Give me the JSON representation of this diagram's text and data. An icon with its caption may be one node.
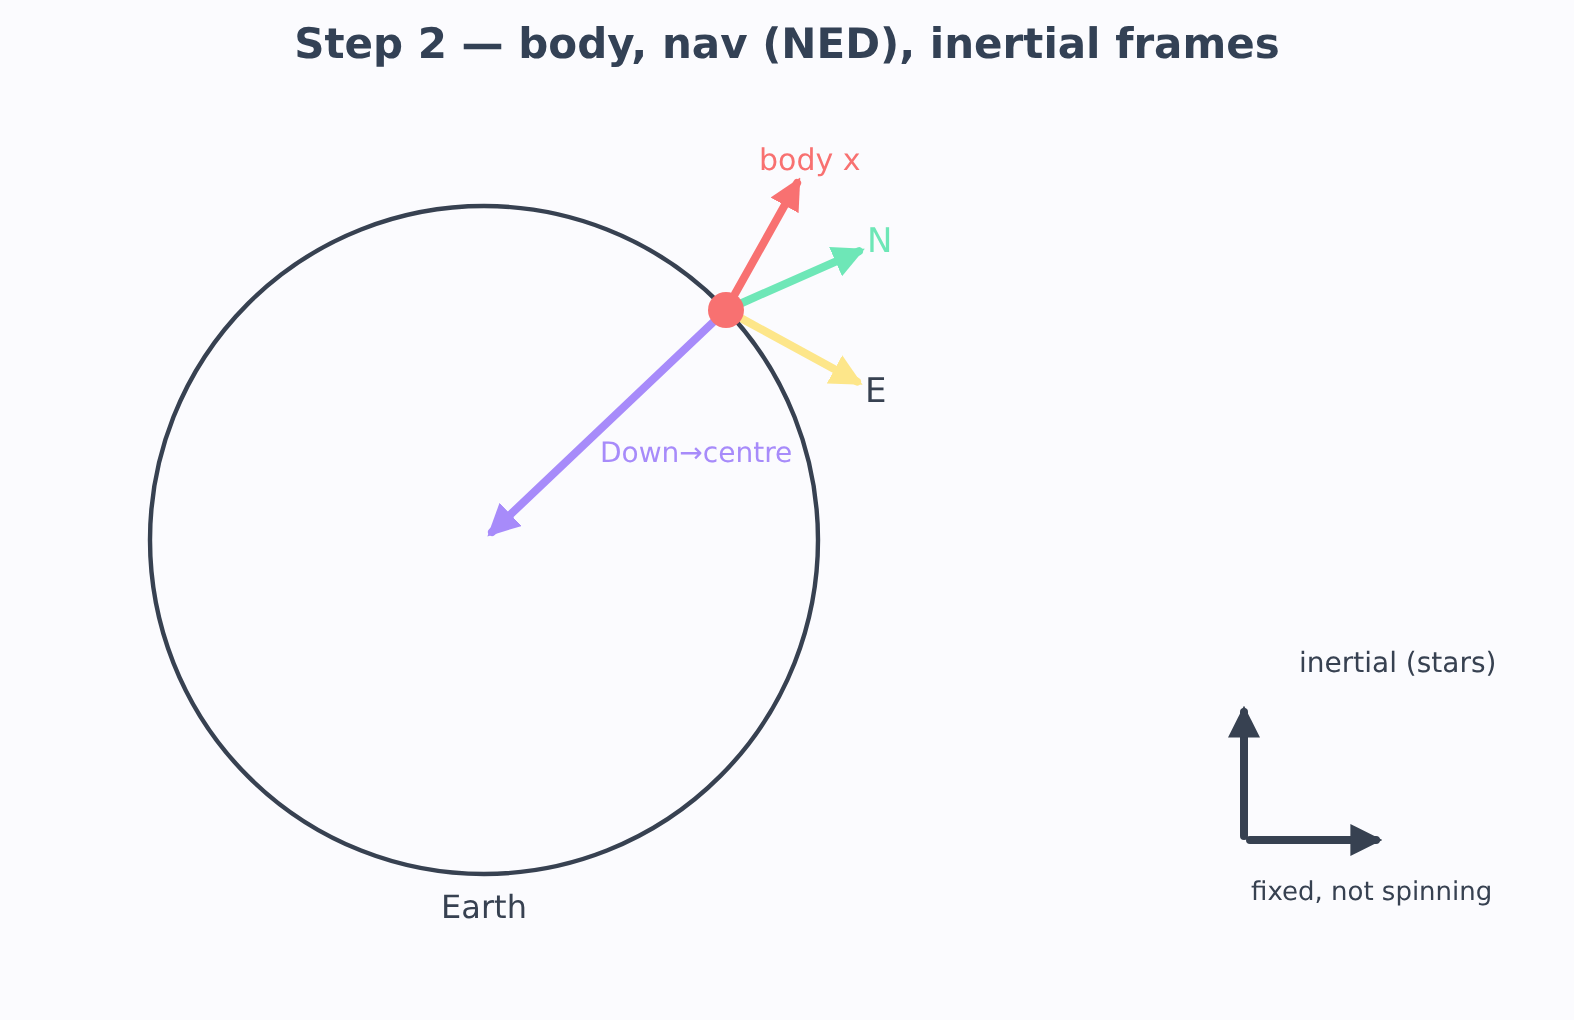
{
  "diagram": {
    "title": "Step 2 — body, nav (NED), inertial frames",
    "nodes": [
      {
        "text": [
          "Earth"
        ]
      },
      {
        "text": [],
        "shape": "circle"
      },
      {
        "text": [
          "body x"
        ]
      },
      {
        "text": [
          "N"
        ]
      },
      {
        "text": [
          "E"
        ]
      }
    ],
    "edges": [
      {
        "from": 1,
        "to": 2,
        "arrow": "to",
        "color": "#f87171"
      },
      {
        "from": 1,
        "to": 3,
        "arrow": "to",
        "color": "#6ee7b7"
      },
      {
        "from": 1,
        "to": 4,
        "arrow": "to",
        "color": "#fde68a"
      },
      {
        "from": 1,
        "to": 0,
        "arrow": "to",
        "label": "Down→centre",
        "color": "#a78bfa"
      }
    ],
    "labels": [
      "inertial (stars)",
      "fixed, not spinning"
    ]
  }
}
